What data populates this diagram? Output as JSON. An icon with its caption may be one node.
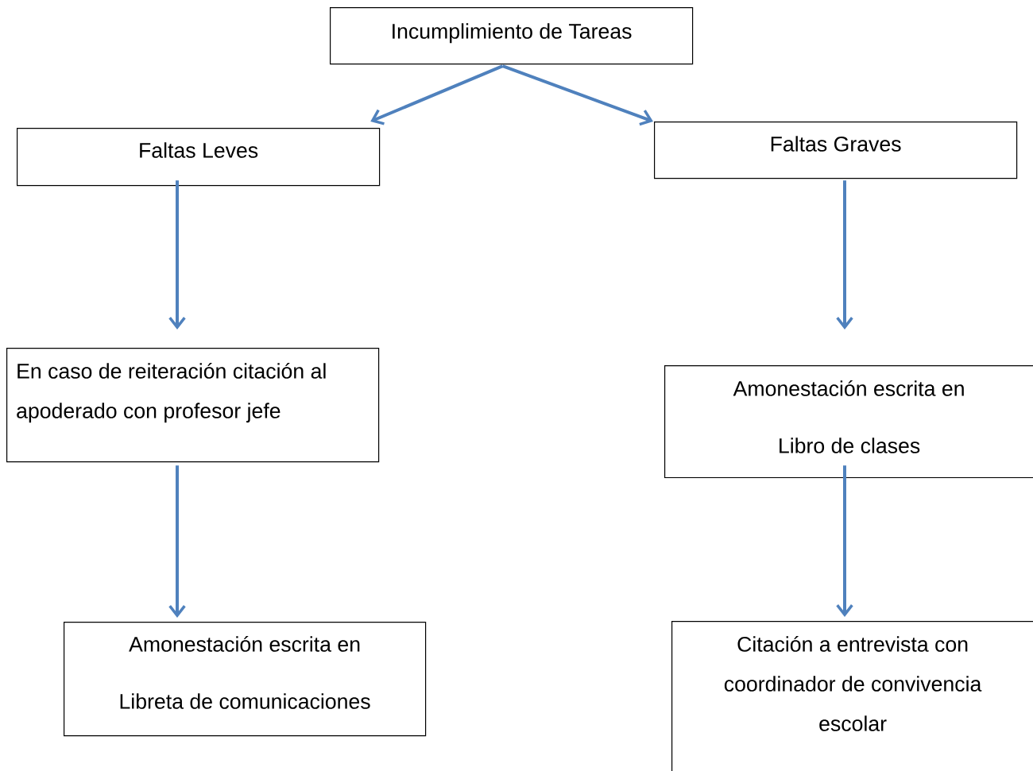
{
  "diagram": {
    "nodes": [
      {
        "text": [
          "Incumplimiento de Tareas"
        ]
      },
      {
        "text": [
          "Faltas Leves"
        ]
      },
      {
        "text": [
          "Faltas Graves"
        ]
      },
      {
        "text": [
          "En caso de reiteración citación al apoderado con profesor jefe"
        ]
      },
      {
        "text": [
          "Amonestación escrita en Libro de clases"
        ]
      },
      {
        "text": [
          "Amonestación escrita en Libreta de comunicaciones"
        ]
      },
      {
        "text": [
          "Citación a entrevista con coordinador de convivencia escolar"
        ]
      }
    ],
    "edges": [
      {
        "from": 0,
        "to": 1,
        "arrow": "to"
      },
      {
        "from": 0,
        "to": 2,
        "arrow": "to"
      },
      {
        "from": 1,
        "to": 3,
        "arrow": "to"
      },
      {
        "from": 2,
        "to": 4,
        "arrow": "to"
      },
      {
        "from": 3,
        "to": 5,
        "arrow": "to"
      },
      {
        "from": 4,
        "to": 6,
        "arrow": "to"
      }
    ]
  }
}
